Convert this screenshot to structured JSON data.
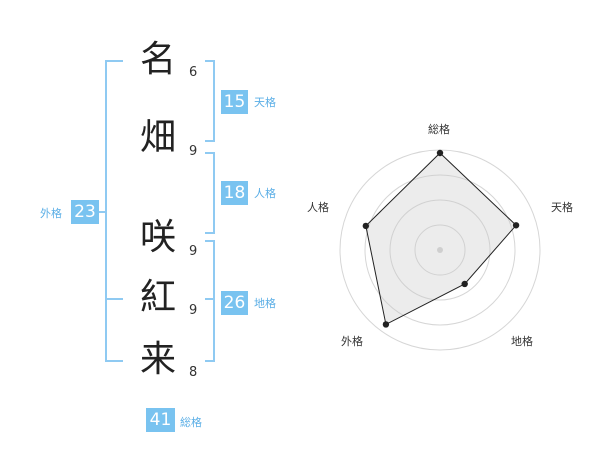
{
  "name": {
    "chars": [
      {
        "char": "名",
        "strokes": "6"
      },
      {
        "char": "畑",
        "strokes": "9"
      },
      {
        "char": "咲",
        "strokes": "9"
      },
      {
        "char": "紅",
        "strokes": "9"
      },
      {
        "char": "来",
        "strokes": "8"
      }
    ]
  },
  "scores": {
    "tenkaku": {
      "value": "15",
      "label": "天格"
    },
    "jinkaku": {
      "value": "18",
      "label": "人格"
    },
    "chikaku": {
      "value": "26",
      "label": "地格"
    },
    "gaikaku": {
      "value": "23",
      "label": "外格"
    },
    "soukaku": {
      "value": "41",
      "label": "総格"
    }
  },
  "radar": {
    "labels": {
      "top": "総格",
      "right": "天格",
      "bottom_right": "地格",
      "bottom_left": "外格",
      "left": "人格"
    },
    "levels": 4,
    "values": {
      "soukaku": 0.97,
      "tenkaku": 0.8,
      "chikaku": 0.42,
      "gaikaku": 0.92,
      "jinkaku": 0.78
    }
  },
  "colors": {
    "accent": "#79c3f0",
    "bracket": "#8fcaf2",
    "label": "#5aaee6"
  }
}
